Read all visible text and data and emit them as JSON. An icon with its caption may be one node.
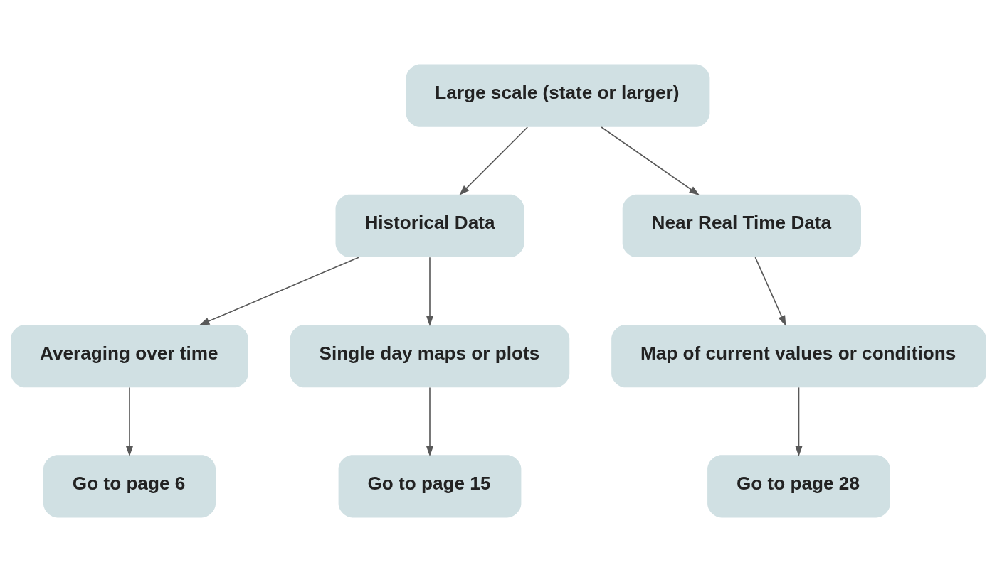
{
  "diagram": {
    "nodes": [
      {
        "text": [
          "Large scale (state or larger)"
        ]
      },
      {
        "text": [
          "Historical Data"
        ]
      },
      {
        "text": [
          "Near Real Time Data"
        ]
      },
      {
        "text": [
          "Averaging over time"
        ]
      },
      {
        "text": [
          "Single day maps or plots"
        ]
      },
      {
        "text": [
          "Map of current values or conditions"
        ]
      },
      {
        "text": [
          "Go to page 6"
        ]
      },
      {
        "text": [
          "Go to page 15"
        ]
      },
      {
        "text": [
          "Go to page 28"
        ]
      }
    ],
    "edges": [
      {
        "from": 0,
        "to": 1,
        "arrow": "to"
      },
      {
        "from": 0,
        "to": 2,
        "arrow": "to"
      },
      {
        "from": 1,
        "to": 3,
        "arrow": "to"
      },
      {
        "from": 1,
        "to": 4,
        "arrow": "to"
      },
      {
        "from": 2,
        "to": 5,
        "arrow": "to"
      },
      {
        "from": 3,
        "to": 6,
        "arrow": "to"
      },
      {
        "from": 4,
        "to": 7,
        "arrow": "to"
      },
      {
        "from": 5,
        "to": 8,
        "arrow": "to"
      }
    ]
  }
}
